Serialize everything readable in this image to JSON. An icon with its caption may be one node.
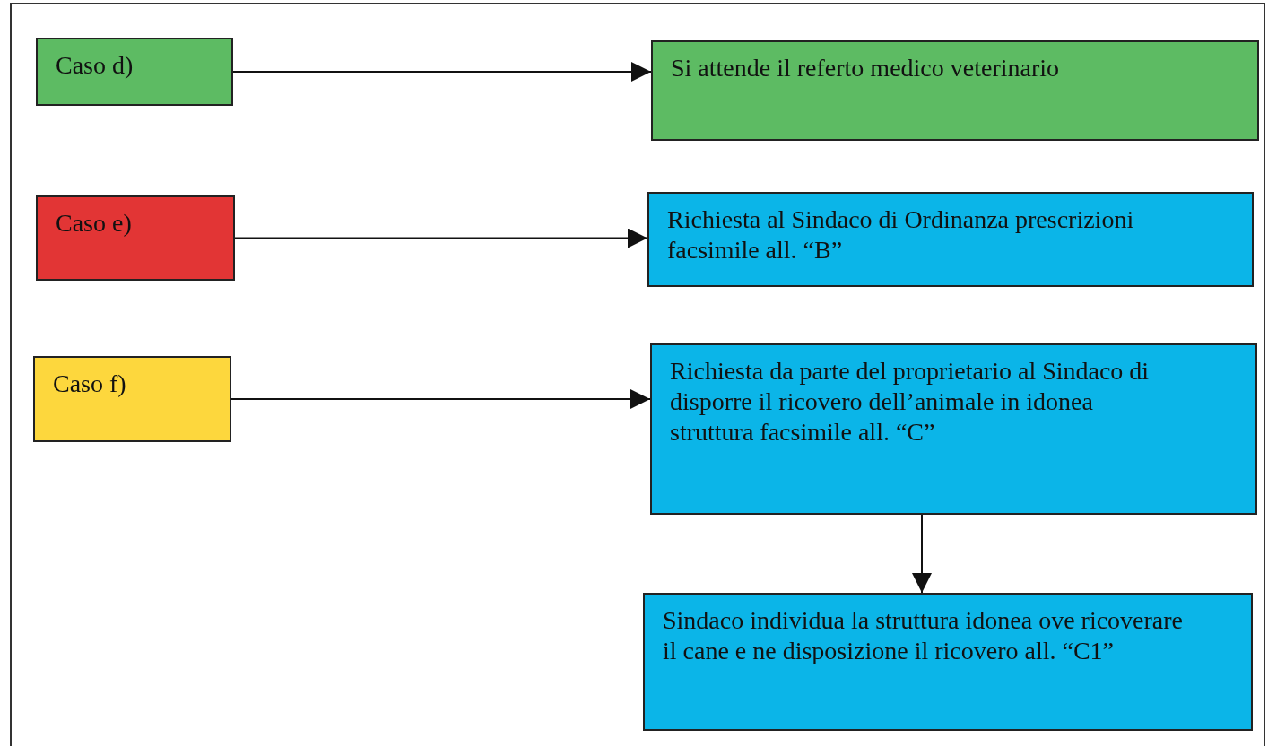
{
  "diagram": {
    "nodes": [
      {
        "text": [
          "Caso d)"
        ]
      },
      {
        "text": [
          "Si attende il referto medico veterinario"
        ]
      },
      {
        "text": [
          "Caso e)"
        ]
      },
      {
        "text": [
          "Richiesta al Sindaco di Ordinanza prescrizioni facsimile all. “B”"
        ]
      },
      {
        "text": [
          "Caso f)"
        ]
      },
      {
        "text": [
          "Richiesta da parte del proprietario al Sindaco di disporre il ricovero dell’animale in idonea struttura facsimile all. “C”"
        ]
      },
      {
        "text": [
          "Sindaco individua la struttura idonea ove ricoverare il cane e ne disposizione il ricovero all. “C1”"
        ]
      }
    ],
    "edges": [
      {
        "from": 0,
        "to": 1,
        "arrow": "to"
      },
      {
        "from": 2,
        "to": 3,
        "arrow": "to"
      },
      {
        "from": 4,
        "to": 5,
        "arrow": "to"
      },
      {
        "from": 5,
        "to": 6,
        "arrow": "to"
      }
    ]
  }
}
